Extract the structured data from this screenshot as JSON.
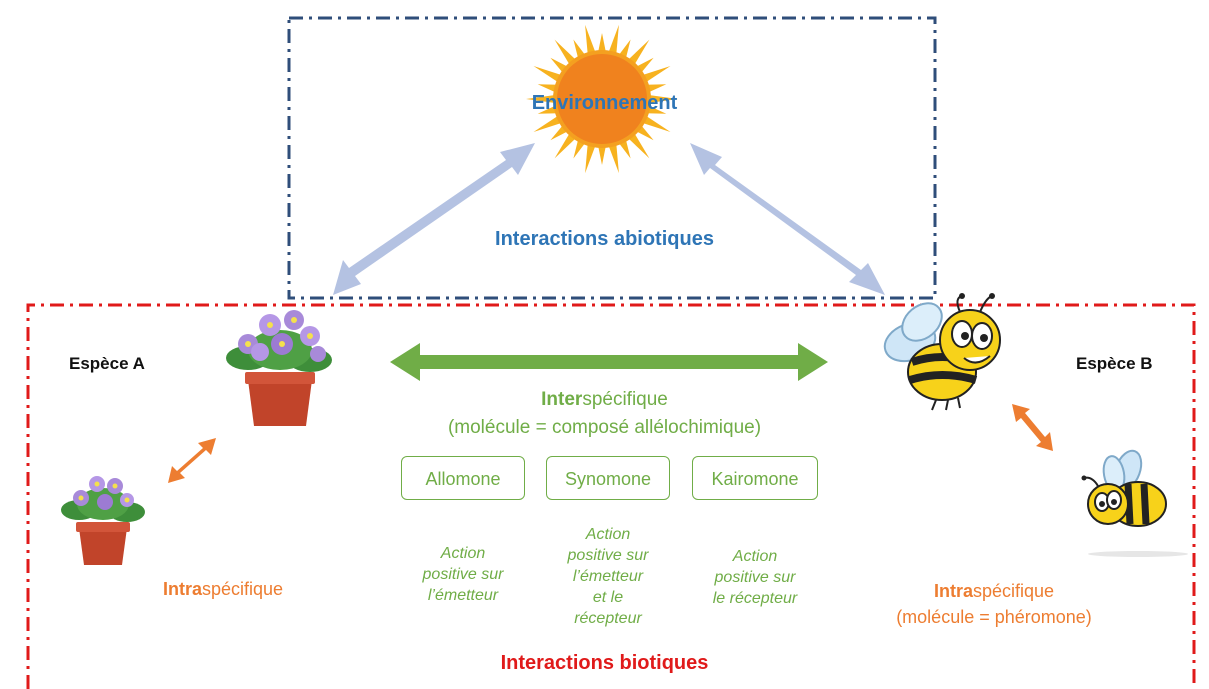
{
  "environment": {
    "label": "Environnement"
  },
  "abiotic": {
    "label": "Interactions abiotiques"
  },
  "biotic": {
    "label": "Interactions biotiques"
  },
  "species_a": {
    "label": "Espèce A"
  },
  "species_b": {
    "label": "Espèce B"
  },
  "interspecific": {
    "prefix": "Inter",
    "suffix": "spécifique",
    "molecule": "(molécule = composé allélochimique)"
  },
  "intra_a": {
    "prefix": "Intra",
    "suffix": "spécifique"
  },
  "intra_b": {
    "prefix": "Intra",
    "suffix": "spécifique",
    "molecule": "(molécule = phéromone)"
  },
  "compounds": [
    {
      "name": "Allomone",
      "action": [
        "Action",
        "positive sur",
        "l’émetteur"
      ]
    },
    {
      "name": "Synomone",
      "action": [
        "Action",
        "positive sur",
        "l’émetteur",
        "et le",
        "récepteur"
      ]
    },
    {
      "name": "Kairomone",
      "action": [
        "Action",
        "positive sur",
        "le récepteur"
      ]
    }
  ],
  "colors": {
    "abiotic_border": "#2F4E7A",
    "biotic_border": "#E01A1A",
    "abiotic_arrow": "#B4C2E2",
    "inter_arrow": "#70AD47",
    "intra_arrow": "#ED7D31",
    "sun_core": "#F0821E",
    "sun_rays": "#F7B21F"
  },
  "icons": [
    "sun-icon",
    "flower-pot-icon",
    "bee-icon"
  ]
}
